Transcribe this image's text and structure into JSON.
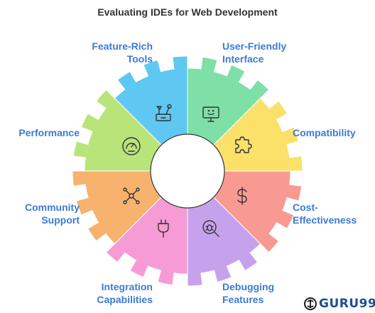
{
  "title": "Evaluating IDEs for Web Development",
  "segments": [
    {
      "id": "feature-rich-tools",
      "lines": [
        "Feature-Rich",
        "Tools"
      ],
      "color": "#5ec8f2",
      "icon": "toolbox-icon"
    },
    {
      "id": "user-friendly-interface",
      "lines": [
        "User-Friendly",
        "Interface"
      ],
      "color": "#7ee0a6",
      "icon": "monitor-icon"
    },
    {
      "id": "compatibility",
      "lines": [
        "Compatibility"
      ],
      "color": "#fbe06a",
      "icon": "puzzle-icon"
    },
    {
      "id": "cost-effectiveness",
      "lines": [
        "Cost-",
        "Effectiveness"
      ],
      "color": "#f89a92",
      "icon": "dollar-icon"
    },
    {
      "id": "debugging-features",
      "lines": [
        "Debugging",
        "Features"
      ],
      "color": "#c7a2ec",
      "icon": "bug-search-icon"
    },
    {
      "id": "integration-capabilities",
      "lines": [
        "Integration",
        "Capabilities"
      ],
      "color": "#f79bd6",
      "icon": "plug-icon"
    },
    {
      "id": "community-support",
      "lines": [
        "Community",
        "Support"
      ],
      "color": "#f7b26e",
      "icon": "network-icon"
    },
    {
      "id": "performance",
      "lines": [
        "Performance"
      ],
      "color": "#b9e47a",
      "icon": "speedometer-icon"
    }
  ],
  "logo": {
    "text": "GURU99",
    "icon": "guru99-logo-icon"
  }
}
